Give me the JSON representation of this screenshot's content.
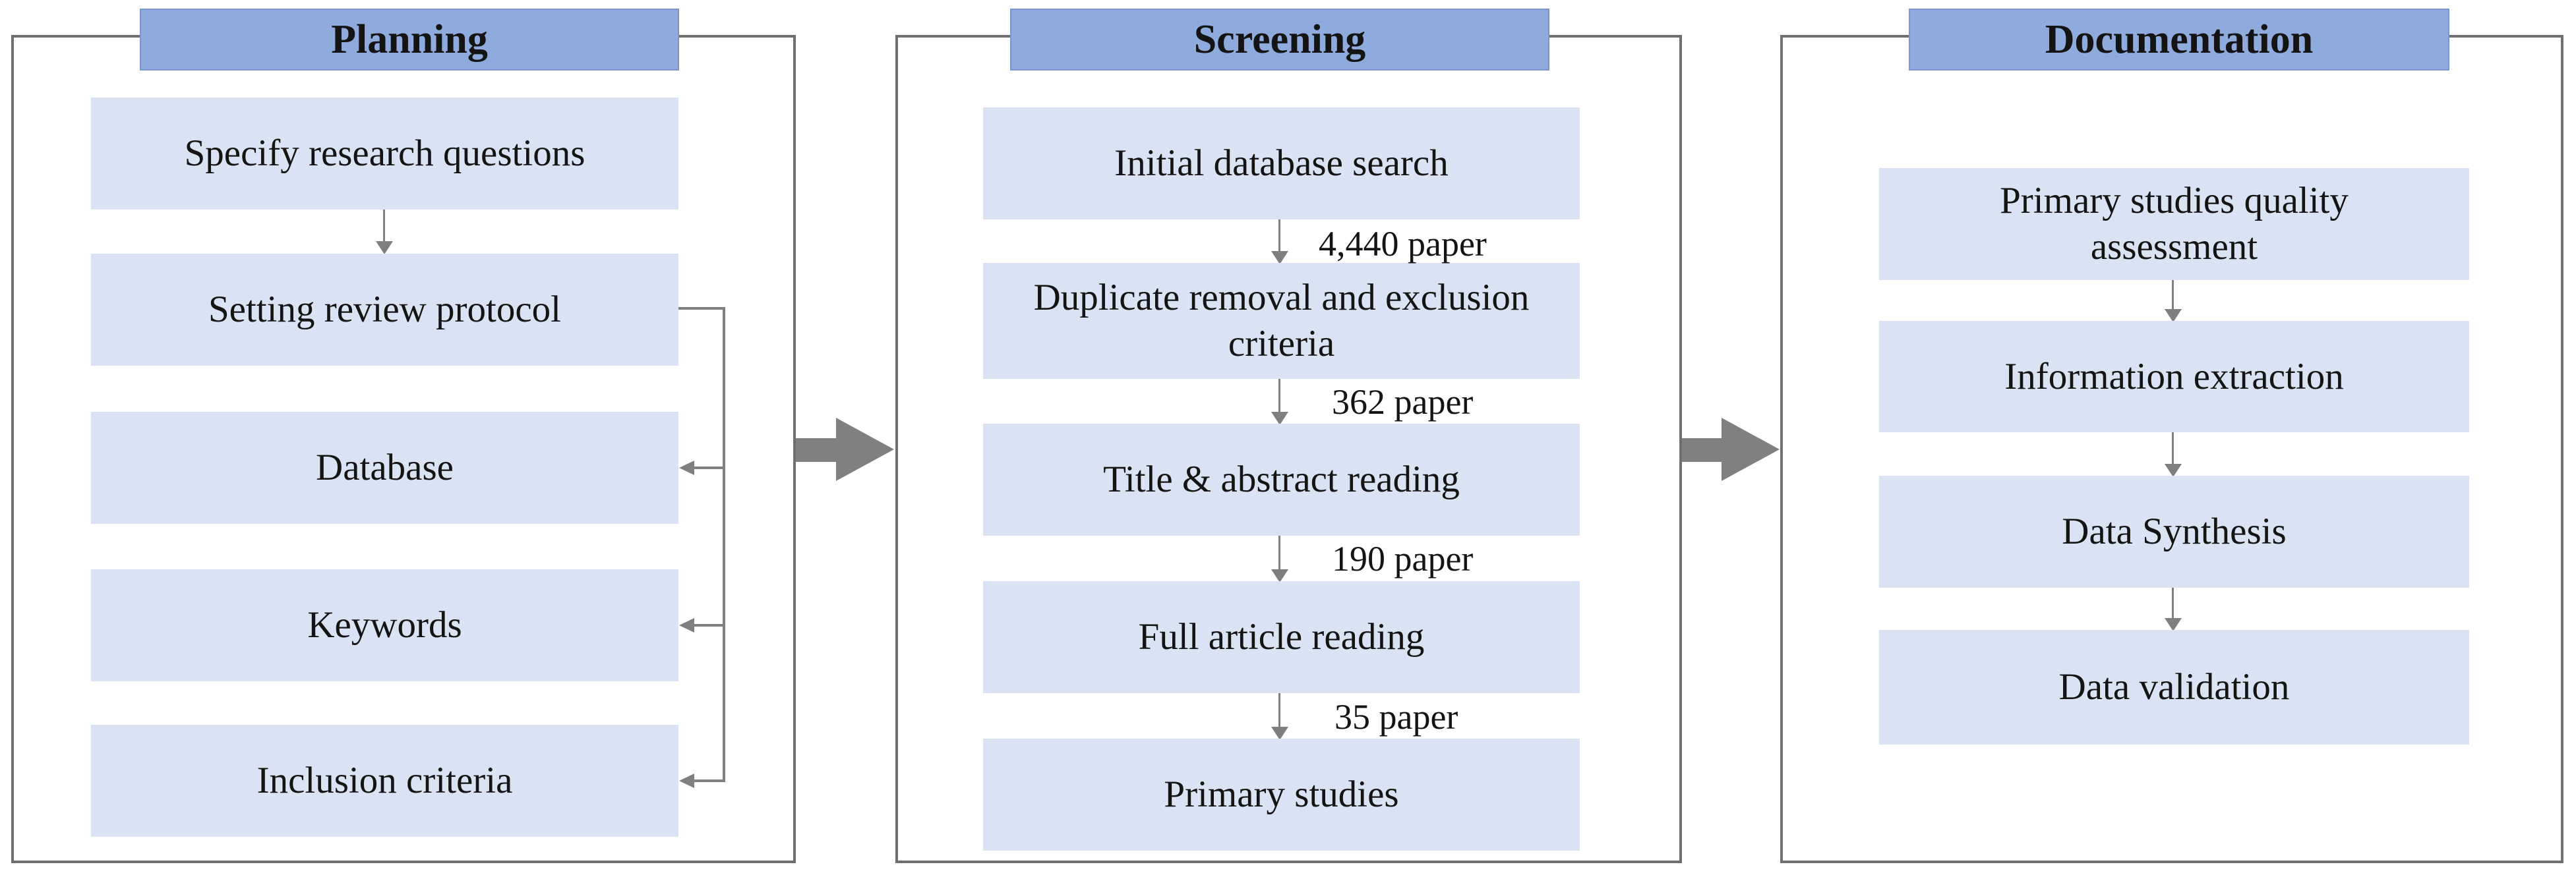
{
  "figure": {
    "columns": [
      {
        "title": "Planning",
        "steps": [
          "Specify research questions",
          "Setting review protocol",
          "Database",
          "Keywords",
          "Inclusion criteria"
        ]
      },
      {
        "title": "Screening",
        "steps": [
          "Initial database search",
          "Duplicate removal and exclusion criteria",
          "Title & abstract reading",
          "Full article reading",
          "Primary studies"
        ],
        "counts": [
          "4,440 paper",
          "362 paper",
          "190 paper",
          "35 paper"
        ]
      },
      {
        "title": "Documentation",
        "steps": [
          "Primary studies quality assessment",
          "Information extraction",
          "Data Synthesis",
          "Data validation"
        ]
      }
    ],
    "colors": {
      "header_fill": "#8FAADC",
      "header_border": "#7B96CC",
      "step_fill": "#DAE3F3",
      "panel_border": "#6F6F6F",
      "connector": "#7F7F7F",
      "arrow_fill": "#808080",
      "text": "#141414"
    }
  }
}
